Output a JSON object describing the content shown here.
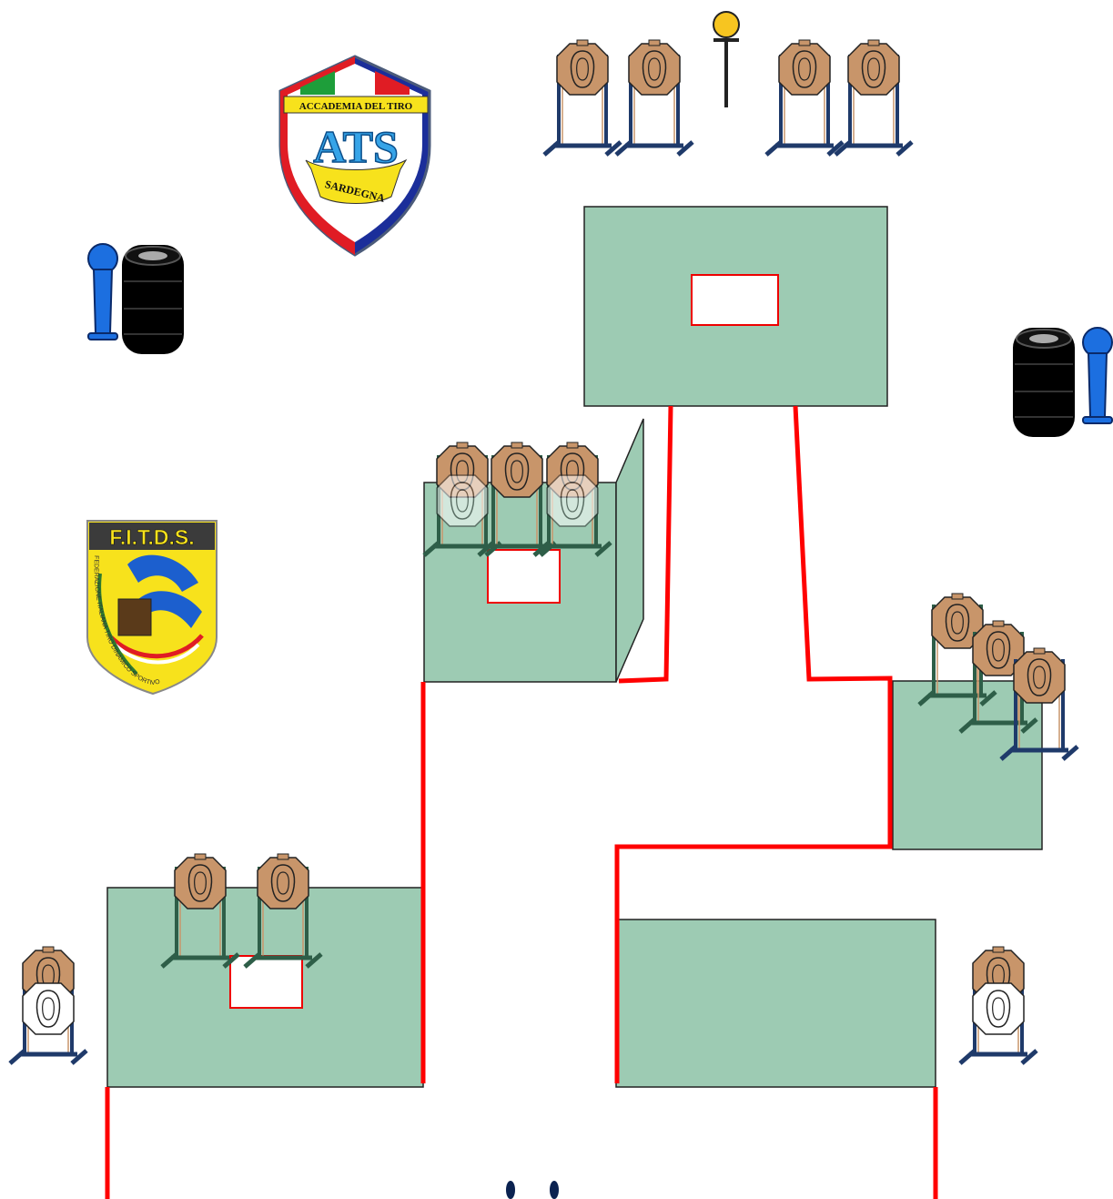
{
  "logos": {
    "ats": {
      "top_text": "ACCADEMIA DEL TIRO",
      "main_text": "ATS",
      "ribbon_text": "SARDEGNA"
    },
    "fitds": {
      "title": "F.I.T.D.S.",
      "arc_text": "FEDERAZIONE ITALIANA TIRO DINAMICO SPORTIVO"
    }
  },
  "colors": {
    "barricade": "#9DCBB3",
    "fault_line": "#FF0000",
    "target_brown": "#C8956A",
    "popper_blue": "#1C6FE0",
    "stand_green": "#2E5E48",
    "stand_blue": "#1F3A6A",
    "no_shoot_white": "#FFFFFF",
    "mini_popper_yellow": "#F7C520"
  }
}
